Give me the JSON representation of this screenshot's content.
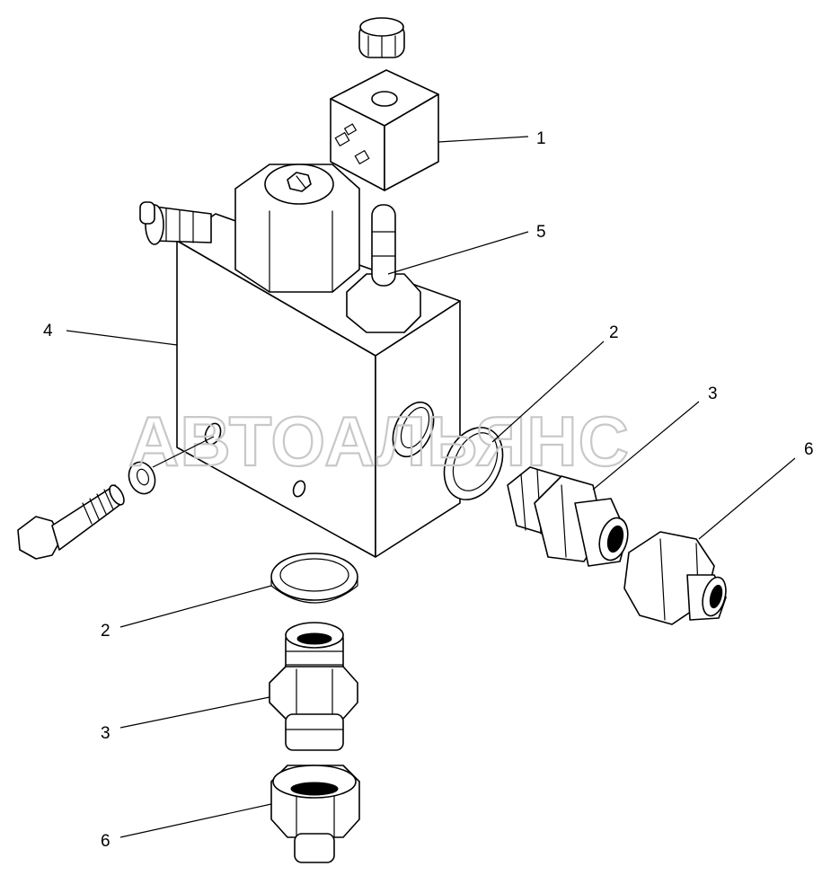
{
  "watermark": {
    "text": "АВТОАЛЬЯНС"
  },
  "callouts": {
    "c1": "1",
    "c5": "5",
    "c4": "4",
    "c2_right": "2",
    "c3_right": "3",
    "c6_right": "6",
    "c2_bottom": "2",
    "c3_bottom": "3",
    "c6_bottom": "6"
  }
}
